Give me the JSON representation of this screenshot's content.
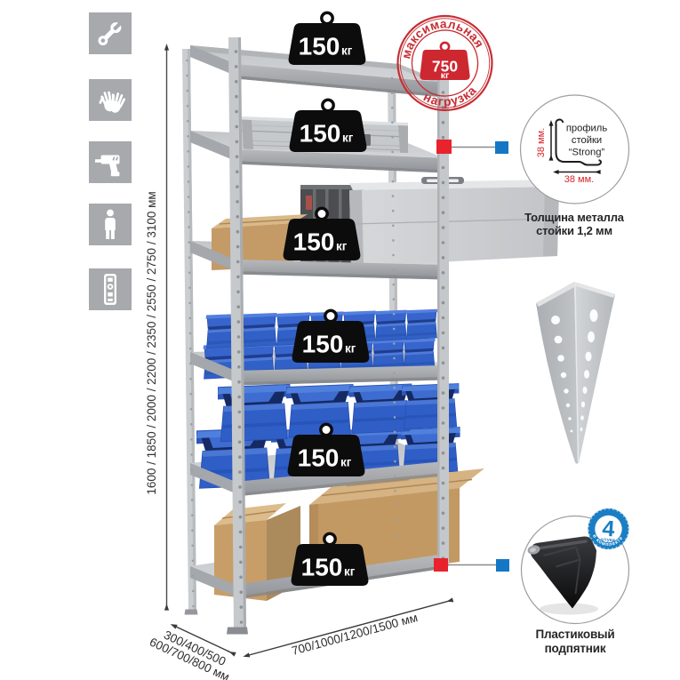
{
  "left_icons": {
    "tile_color": "#a7a9ac",
    "glyph_color": "#ffffff",
    "items": [
      {
        "name": "wrench"
      },
      {
        "name": "gloves"
      },
      {
        "name": "drill"
      },
      {
        "name": "person"
      },
      {
        "name": "level"
      }
    ]
  },
  "dimensions": {
    "height": "1600 / 1850 / 2000 / 2200 / 2350 / 2550 / 2750 / 3100 мм",
    "depth_line1": "300/400/500",
    "depth_line2": "600/700/800 мм",
    "width": "700/1000/1200/1500 мм",
    "line_color": "#4a4a4a"
  },
  "max_load_stamp": {
    "arc_top": "максимальная",
    "arc_bottom": "нагрузка",
    "value": "750",
    "unit": "кг",
    "color": "#c62f35"
  },
  "rack": {
    "shelf_tags": [
      {
        "value": "150",
        "unit": "кг"
      },
      {
        "value": "150",
        "unit": "кг"
      },
      {
        "value": "150",
        "unit": "кг"
      },
      {
        "value": "150",
        "unit": "кг"
      },
      {
        "value": "150",
        "unit": "кг"
      },
      {
        "value": "150",
        "unit": "кг"
      }
    ],
    "tag_bg": "#0c0c0c",
    "tag_text_color": "#ffffff"
  },
  "profile_feature": {
    "label_line1": "профиль",
    "label_line2": "стойки",
    "label_line3": "“Strong”",
    "dim_vertical": "38 мм.",
    "dim_horizontal": "38 мм.",
    "dim_color": "#d6232b",
    "caption_line1": "Толщина металла",
    "caption_line2": "стойки 1,2 мм"
  },
  "foot_feature": {
    "badge_value": "4",
    "badge_word": "штуки",
    "badge_arc": "в комплекте",
    "badge_color": "#1b7ec4",
    "caption_line1": "Пластиковый",
    "caption_line2": "подпятник"
  },
  "connectors": {
    "red": "#e8232e",
    "blue": "#1576c4"
  }
}
